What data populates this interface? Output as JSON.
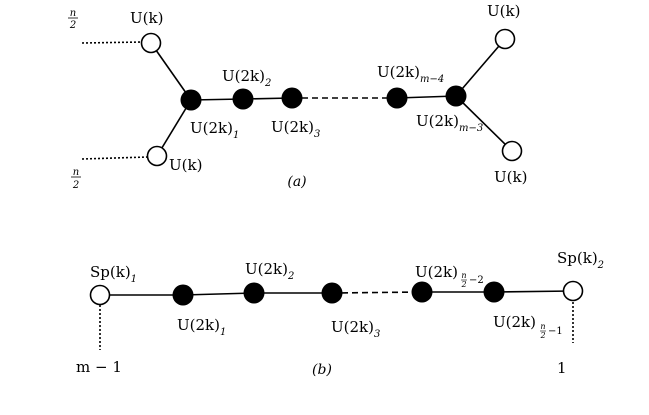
{
  "diagram_a": {
    "caption": "(a)",
    "frac_num": "n",
    "frac_den": "2",
    "frac_num_2": "n",
    "frac_den_2": "2",
    "node_top_left": {
      "base": "U(k)"
    },
    "node_bottom_left": {
      "base": "U(k)"
    },
    "node_top_right": {
      "base": "U(k)"
    },
    "node_bottom_right": {
      "base": "U(k)"
    },
    "node_1": {
      "base": "U(2k)",
      "sub": "1"
    },
    "node_2": {
      "base": "U(2k)",
      "sub": "2"
    },
    "node_3": {
      "base": "U(2k)",
      "sub": "3"
    },
    "node_m4": {
      "base": "U(2k)",
      "sub": "m−4"
    },
    "node_m3": {
      "base": "U(2k)",
      "sub": "m−3"
    }
  },
  "diagram_b": {
    "caption": "(b)",
    "left_end": {
      "base": "Sp(k)",
      "sub": "1"
    },
    "right_end": {
      "base": "Sp(k)",
      "sub": "2"
    },
    "left_tail": "m − 1",
    "right_tail": "1",
    "node_1": {
      "base": "U(2k)",
      "sub": "1"
    },
    "node_2": {
      "base": "U(2k)",
      "sub": "2"
    },
    "node_3": {
      "base": "U(2k)",
      "sub": "3"
    },
    "node_n2m2": {
      "base": "U(2k)",
      "sub_frac_num": "n",
      "sub_frac_den": "2",
      "sub_rest": "−2"
    },
    "node_n2m1": {
      "base": "U(2k)",
      "sub_frac_num": "n",
      "sub_frac_den": "2",
      "sub_rest": "−1"
    }
  }
}
